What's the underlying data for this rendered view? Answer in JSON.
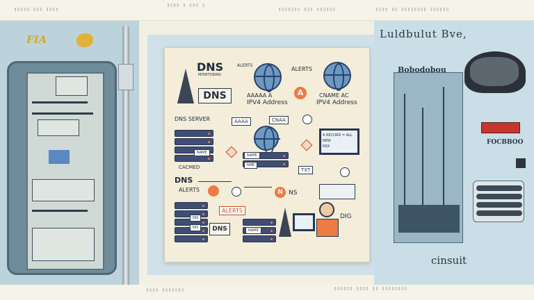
{
  "colors": {
    "accent_orange": "#ee7a44",
    "navy": "#2a3650",
    "board_bg": "#f3edd9",
    "panel_blue": "#bcd3dc"
  },
  "left_panel": {
    "logo_text": "FIA"
  },
  "diagram": {
    "dns_top": "DNS",
    "monitoring": "MONITORING",
    "alerts_small": "ALERTS",
    "alerts_top": "ALERTS",
    "aaaa_a": "AAAAA A",
    "ipv4_left": "IPV4 Address",
    "cname": "CNAME AC",
    "ipv4_right": "IPV4 Address",
    "dns_server": "DNS SERVER",
    "aaaa_tag": "AAAA",
    "cnaa_tag": "CNAA",
    "name1": "NAME",
    "name2": "NAME",
    "nme": "NME",
    "record_line1": "A RECORD = ALL",
    "record_line2": "NEW",
    "record_line3": "NSX",
    "cacmed": "CACMED",
    "txt": "TXT",
    "dns_arrow": "DNS",
    "alerts_mid": "ALERTS",
    "n_badge": "N",
    "ns_badge": "NS",
    "a_badge": "A",
    "alerts_box": "ALERTS",
    "nis1": "NIS",
    "nis2": "NIS",
    "name3": "NAME",
    "dns_box": "DNS",
    "dig": "DIG"
  },
  "right_panel": {
    "title": "Luldbulut Bve,",
    "subtitle": "Bobodobou",
    "footer": "cinsuit",
    "foc": "FOCBBOO"
  }
}
